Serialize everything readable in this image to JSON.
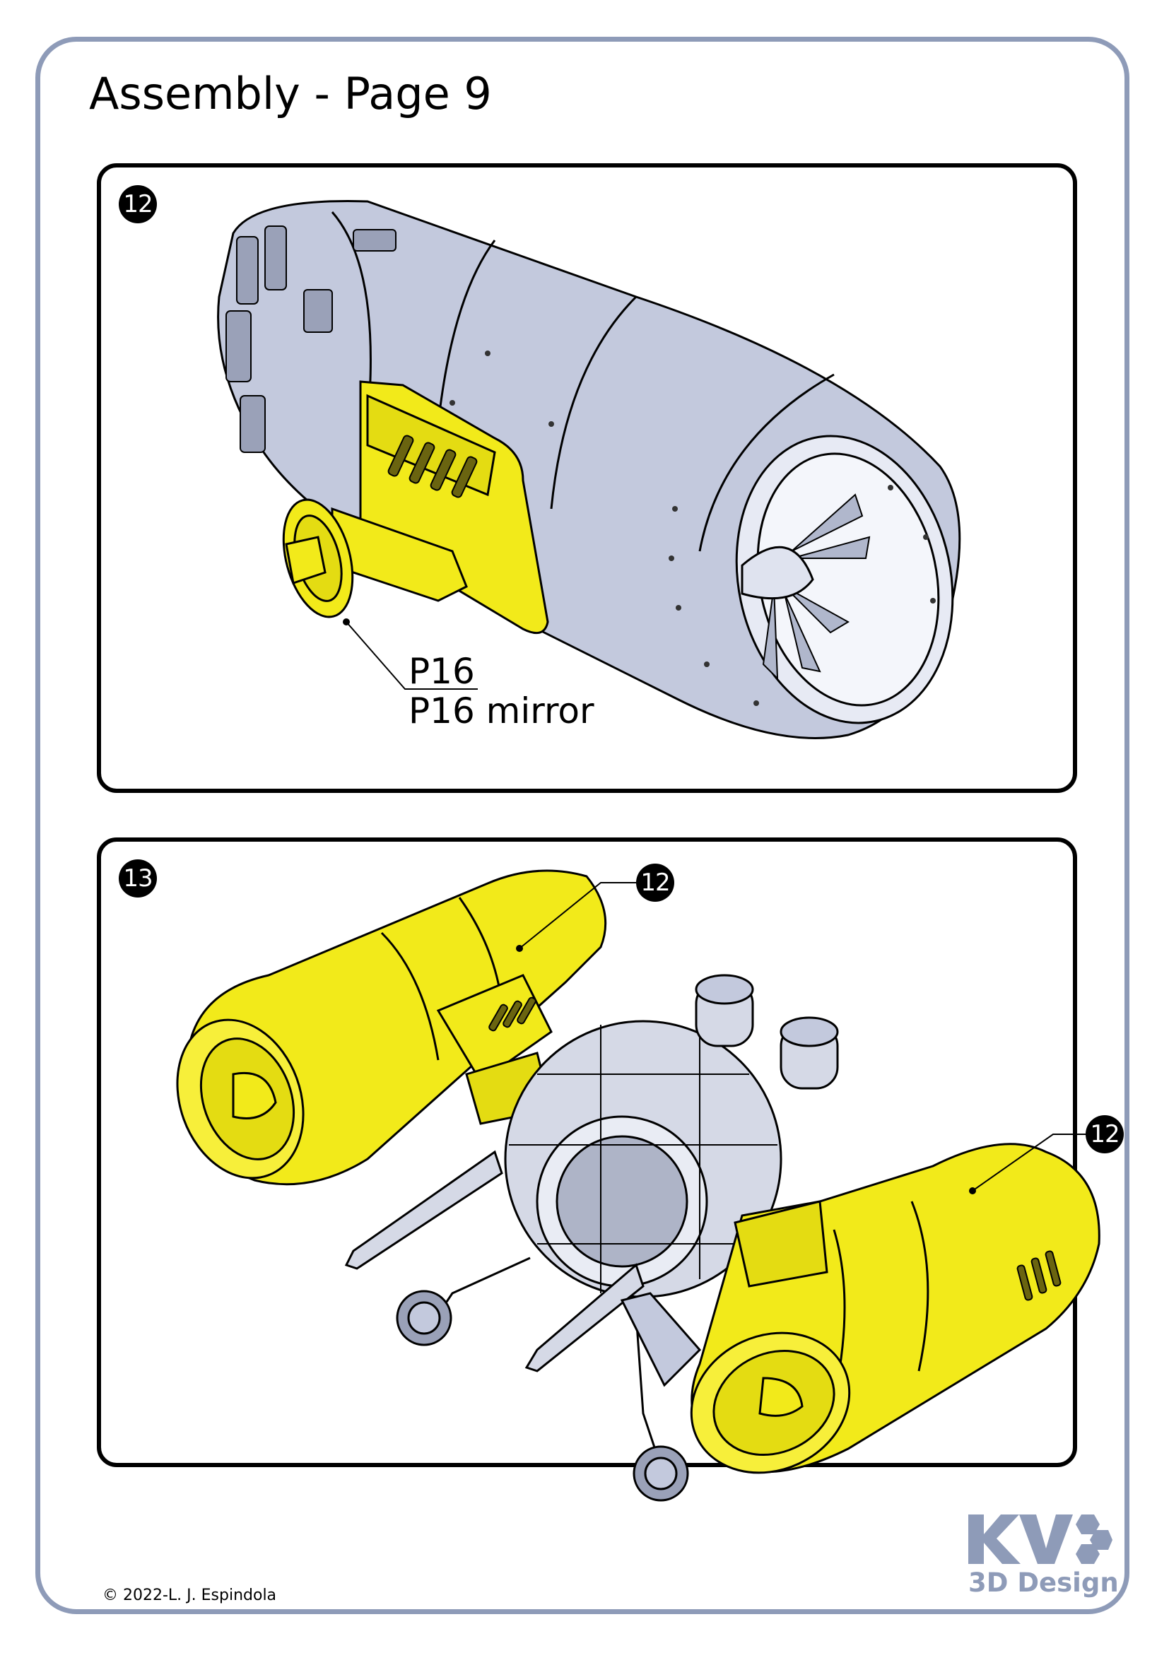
{
  "page": {
    "title": "Assembly - Page 9"
  },
  "steps": [
    {
      "number": "12",
      "callout_top": "P16",
      "callout_bottom": "P16 mirror"
    },
    {
      "number": "13",
      "callouts": [
        "12",
        "12"
      ]
    }
  ],
  "footer": {
    "copyright": "© 2022-L. J. Espindola"
  },
  "logo": {
    "mark": "KV",
    "subtitle": "3D Design"
  },
  "colors": {
    "frame": "#8e9bb8",
    "part_yellow": "#f2ea1a",
    "part_grey": "#c3c9dd",
    "outline": "#000000"
  }
}
